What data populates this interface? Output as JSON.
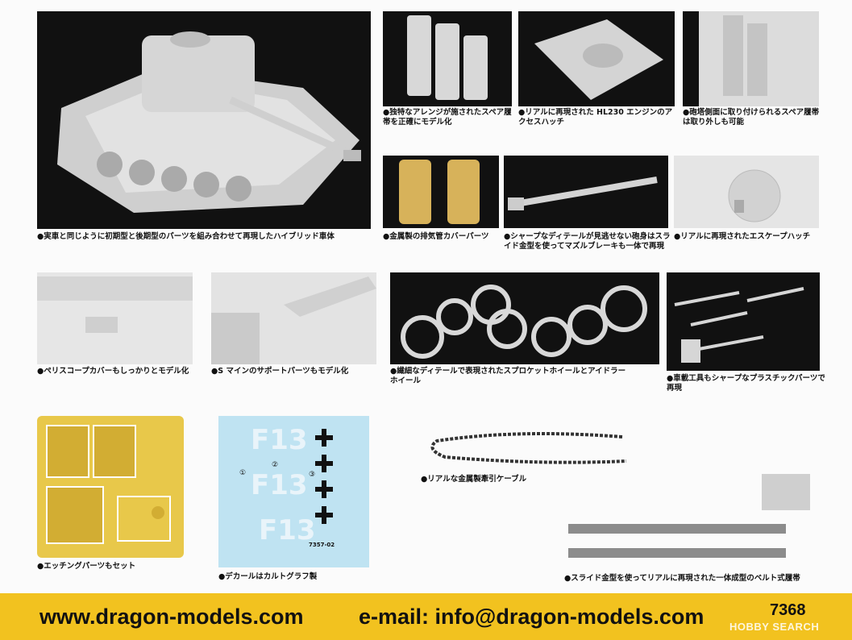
{
  "captions": {
    "hybrid_body": "●実車と同じように初期型と後期型のパーツを組み合わせて再現したハイブリッド車体",
    "spare_tracks": "●独特なアレンジが施されたスペア履帯を正確にモデル化",
    "engine_hatch": "●リアルに再現された HL230 エンジンのアクセスハッチ",
    "turret_spare": "●砲塔側面に取り付けられるスペア履帯は取り外しも可能",
    "exhaust_cover": "●金属製の排気管カバーパーツ",
    "barrel": "●シャープなディテールが見逃せない砲身はスライド金型を使ってマズルブレーキも一体で再現",
    "escape_hatch": "●リアルに再現されたエスケープハッチ",
    "periscope": "●ペリスコープカバーもしっかりとモデル化",
    "s_mine": "●S マインのサポートパーツもモデル化",
    "wheels": "●繊細なディテールで表現されたスプロケットホイールとアイドラーホイール",
    "tools": "●車載工具もシャープなプラスチックパーツで再現",
    "etching": "●エッチングパーツもセット",
    "decal": "●デカールはカルトグラフ製",
    "cable": "●リアルな金属製牽引ケーブル",
    "track_belt": "●スライド金型を使ってリアルに再現された一体成型のベルト式履帯"
  },
  "decal_sheet": {
    "marking": "F13",
    "labels": [
      "①",
      "②",
      "③"
    ],
    "code": "7357-02"
  },
  "footer": {
    "website": "www.dragon-models.com",
    "email": "e-mail: info@dragon-models.com",
    "product_number": "7368",
    "watermark": "HOBBY SEARCH"
  },
  "colors": {
    "footer_bg": "#f2c21f",
    "panel_dark": "#111111",
    "model_gray": "#d9d9d9",
    "etch_gold": "#e8c84a",
    "decal_blue": "#bfe3f2"
  }
}
